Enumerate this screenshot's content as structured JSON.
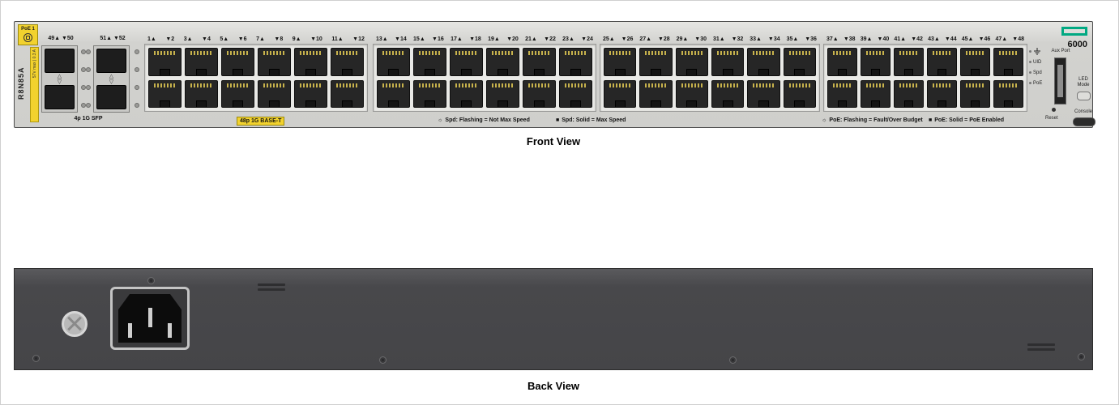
{
  "captions": {
    "front": "Front View",
    "back": "Back View"
  },
  "front": {
    "poe_badge": "PoE 1",
    "model": "R8N85A",
    "rating_label": "57V max | 0.3 A",
    "sfp": {
      "caption": "4p 1G SFP",
      "cage_labels": [
        "49▲  ▼50",
        "51▲  ▼52"
      ],
      "tri_up": "△",
      "tri_down": "▽"
    },
    "baset_label": "48p 1G BASE-T",
    "port_groups": [
      {
        "labels": [
          "1▲",
          "▼2",
          "3▲",
          "▼4",
          "5▲",
          "▼6",
          "7▲",
          "▼8",
          "9▲",
          "▼10",
          "11▲",
          "▼12"
        ]
      },
      {
        "labels": [
          "13▲",
          "▼14",
          "15▲",
          "▼16",
          "17▲",
          "▼18",
          "19▲",
          "▼20",
          "21▲",
          "▼22",
          "23▲",
          "▼24"
        ]
      },
      {
        "labels": [
          "25▲",
          "▼26",
          "27▲",
          "▼28",
          "29▲",
          "▼30",
          "31▲",
          "▼32",
          "33▲",
          "▼34",
          "35▲",
          "▼36"
        ]
      },
      {
        "labels": [
          "37▲",
          "▼38",
          "39▲",
          "▼40",
          "41▲",
          "▼42",
          "43▲",
          "▼44",
          "45▲",
          "▼46",
          "47▲",
          "▼48"
        ]
      }
    ],
    "legend": [
      {
        "icon": "☼",
        "text": "Spd: Flashing = Not Max Speed"
      },
      {
        "icon": "■",
        "text": "Spd: Solid = Max Speed"
      },
      {
        "icon": "☼",
        "text": "PoE: Flashing = Fault/Over Budget"
      },
      {
        "icon": "■",
        "text": "PoE: Solid = PoE Enabled"
      }
    ],
    "status_labels": [
      "UID",
      "Spd",
      "PoE"
    ],
    "aux_label": "Aux Port",
    "led_mode_label": "LED Mode",
    "reset_label": "Reset",
    "console_label": "Console",
    "brand_model": "6000",
    "accent_green": "#01a982",
    "label_yellow": "#f2d22e"
  }
}
